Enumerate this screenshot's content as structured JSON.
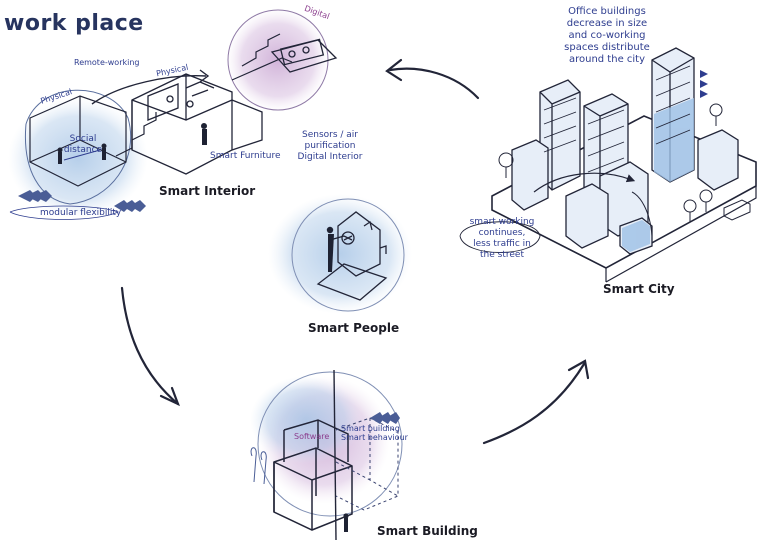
{
  "title": "work place",
  "nodes": {
    "smart_interior": "Smart Interior",
    "smart_people": "Smart People",
    "smart_building": "Smart Building",
    "smart_city": "Smart City"
  },
  "interior": {
    "digital": "Digital",
    "physical_top": "Physical",
    "physical_left": "Physical",
    "remote_working": "Remote-working",
    "social_distance": [
      "Social",
      "distance"
    ],
    "smart_furniture": "Smart Furniture",
    "sensors": [
      "Sensors / air",
      "purification",
      "Digital Interior"
    ],
    "modular": "modular flexibility"
  },
  "building": {
    "software": "Software",
    "smart_building": [
      "Smart building",
      "Smart behaviour"
    ]
  },
  "city": {
    "office_note": [
      "Office buildings",
      "decrease in size",
      "and co-working",
      "spaces distribute",
      "around the city"
    ],
    "working_note": [
      "smart working",
      "continues,",
      "less traffic in",
      "the street"
    ]
  },
  "colors": {
    "blue_wash": "#a9c6e6",
    "purple_wash": "#c9a6d2",
    "ink": "#1e2233",
    "label_blue": "#2e3d8f",
    "label_purple": "#8a3c8d",
    "title": "#27345f"
  }
}
